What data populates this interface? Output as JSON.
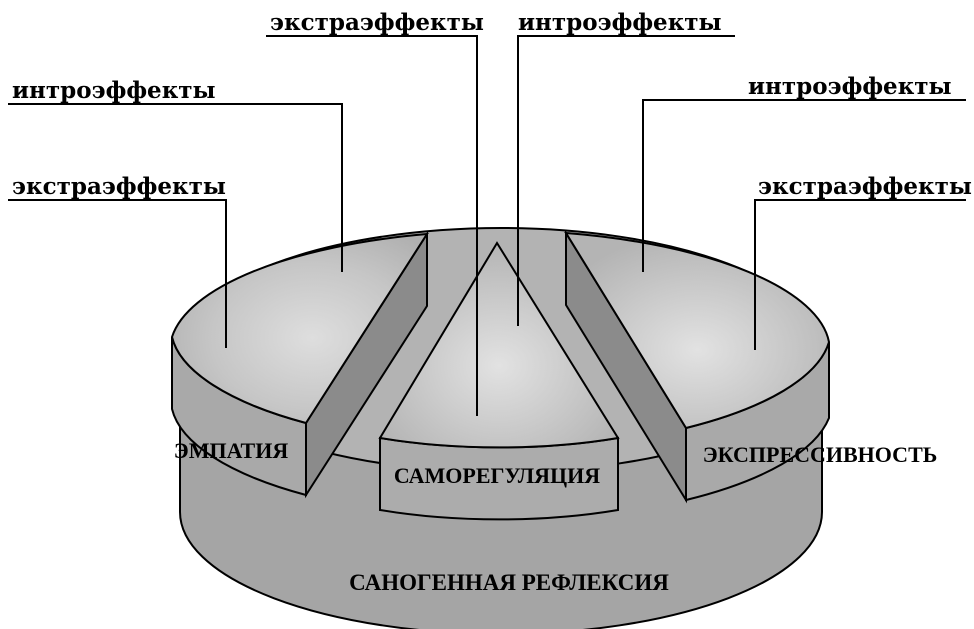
{
  "base": {
    "label": "САНОГЕННАЯ РЕФЛЕКСИЯ"
  },
  "segments": [
    {
      "label": "ЭМПАТИЯ"
    },
    {
      "label": "САМОРЕГУЛЯЦИЯ"
    },
    {
      "label": "ЭКСПРЕССИВНОСТЬ"
    }
  ],
  "callouts": {
    "left_top": "интроэффекты",
    "left_bottom": "экстраэффекты",
    "center_left": "экстраэффекты",
    "center_right": "интроэффекты",
    "right_top": "интроэффекты",
    "right_bottom": "экстраэффекты"
  },
  "colors": {
    "base_side": "#a4a4a4",
    "base_top": "#b4b4b4",
    "segment_side": "#acacac",
    "segment_top": "#c8c8c8",
    "segment_highlight": "#e0e0e0",
    "cut_face": "#8a8a8a",
    "outline": "#000000"
  }
}
